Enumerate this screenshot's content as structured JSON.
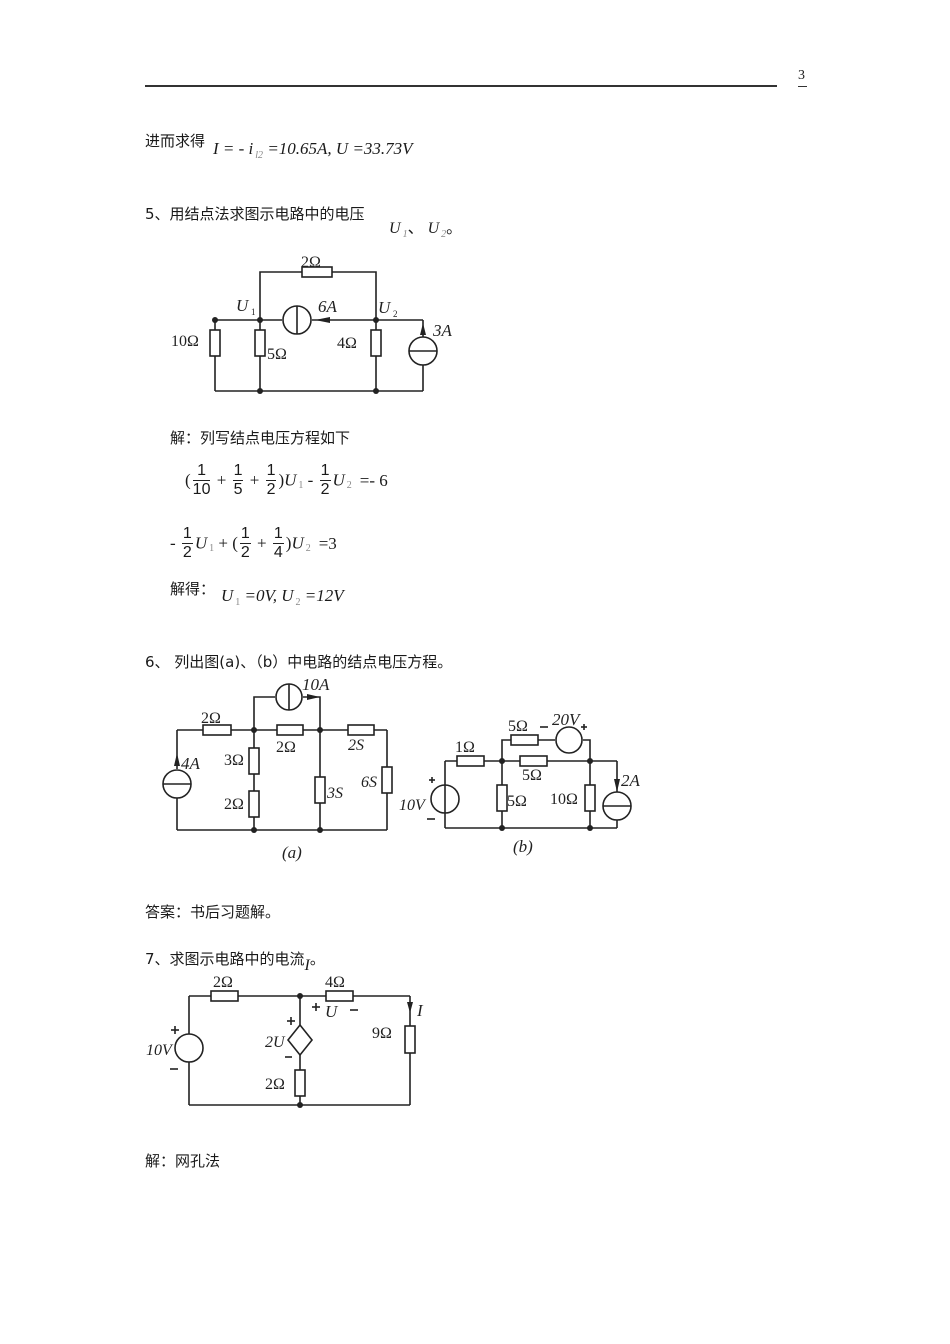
{
  "page": {
    "number": "3"
  },
  "prev_result": {
    "prefix": "进而求得",
    "formula": "I = - i",
    "sub": "l2",
    "rest": " =10.65A, U =33.73V"
  },
  "q5": {
    "title": "5、用结点法求图示电路中的电压",
    "vars": [
      "U",
      "1",
      "、",
      "U",
      "2",
      "。"
    ],
    "circuit": {
      "labels": {
        "r_top": "2Ω",
        "u1": "U",
        "u1_sub": "1",
        "cs_6": "6A",
        "u2": "U",
        "u2_sub": "2",
        "cs_3": "3A",
        "r10": "10Ω",
        "r5": "5Ω",
        "r4": "4Ω"
      }
    },
    "solution_label": "解：列写结点电压方程如下",
    "eq1": {
      "f1": [
        "1",
        "10"
      ],
      "f2": [
        "1",
        "5"
      ],
      "f3": [
        "1",
        "2"
      ],
      "u1": "U",
      "s1": "1",
      "f4": [
        "1",
        "2"
      ],
      "u2": "U",
      "s2": "2",
      "rhs": "=- 6"
    },
    "eq2": {
      "f1": [
        "1",
        "2"
      ],
      "u1": "U",
      "s1": "1",
      "f2": [
        "1",
        "2"
      ],
      "f3": [
        "1",
        "4"
      ],
      "u2": "U",
      "s2": "2",
      "rhs": "=3"
    },
    "result_label": "解得：",
    "result": {
      "u1": "U",
      "s1": "1",
      "v1": " =0V, ",
      "u2": "U",
      "s2": "2",
      "v2": " =12V"
    }
  },
  "q6": {
    "title": "6、  列出图(a)、（b）中电路的结点电压方程。",
    "circuit_a": {
      "caption": "(a)",
      "labels": {
        "cs_top": "10A",
        "r_left": "2Ω",
        "r_mid": "2Ω",
        "g_right": "2S",
        "cs_left": "4A",
        "r3": "3Ω",
        "r2": "2Ω",
        "g3": "3S",
        "g6": "6S"
      }
    },
    "circuit_b": {
      "caption": "(b)",
      "labels": {
        "r_top": "5Ω",
        "vs_top": "20V",
        "r1": "1Ω",
        "r_mid": "5Ω",
        "vs_left": "10V",
        "r5": "5Ω",
        "r10": "10Ω",
        "cs": "2A"
      }
    },
    "answer": "答案：书后习题解。"
  },
  "q7": {
    "title": "7、求图示电路中的电流",
    "var": "I",
    "end": "。",
    "circuit": {
      "labels": {
        "r2_top": "2Ω",
        "r4": "4Ω",
        "u": "U",
        "i": "I",
        "vs": "10V",
        "dep": "2U",
        "r9": "9Ω",
        "r2_bot": "2Ω"
      }
    },
    "solution": "解：网孔法"
  }
}
